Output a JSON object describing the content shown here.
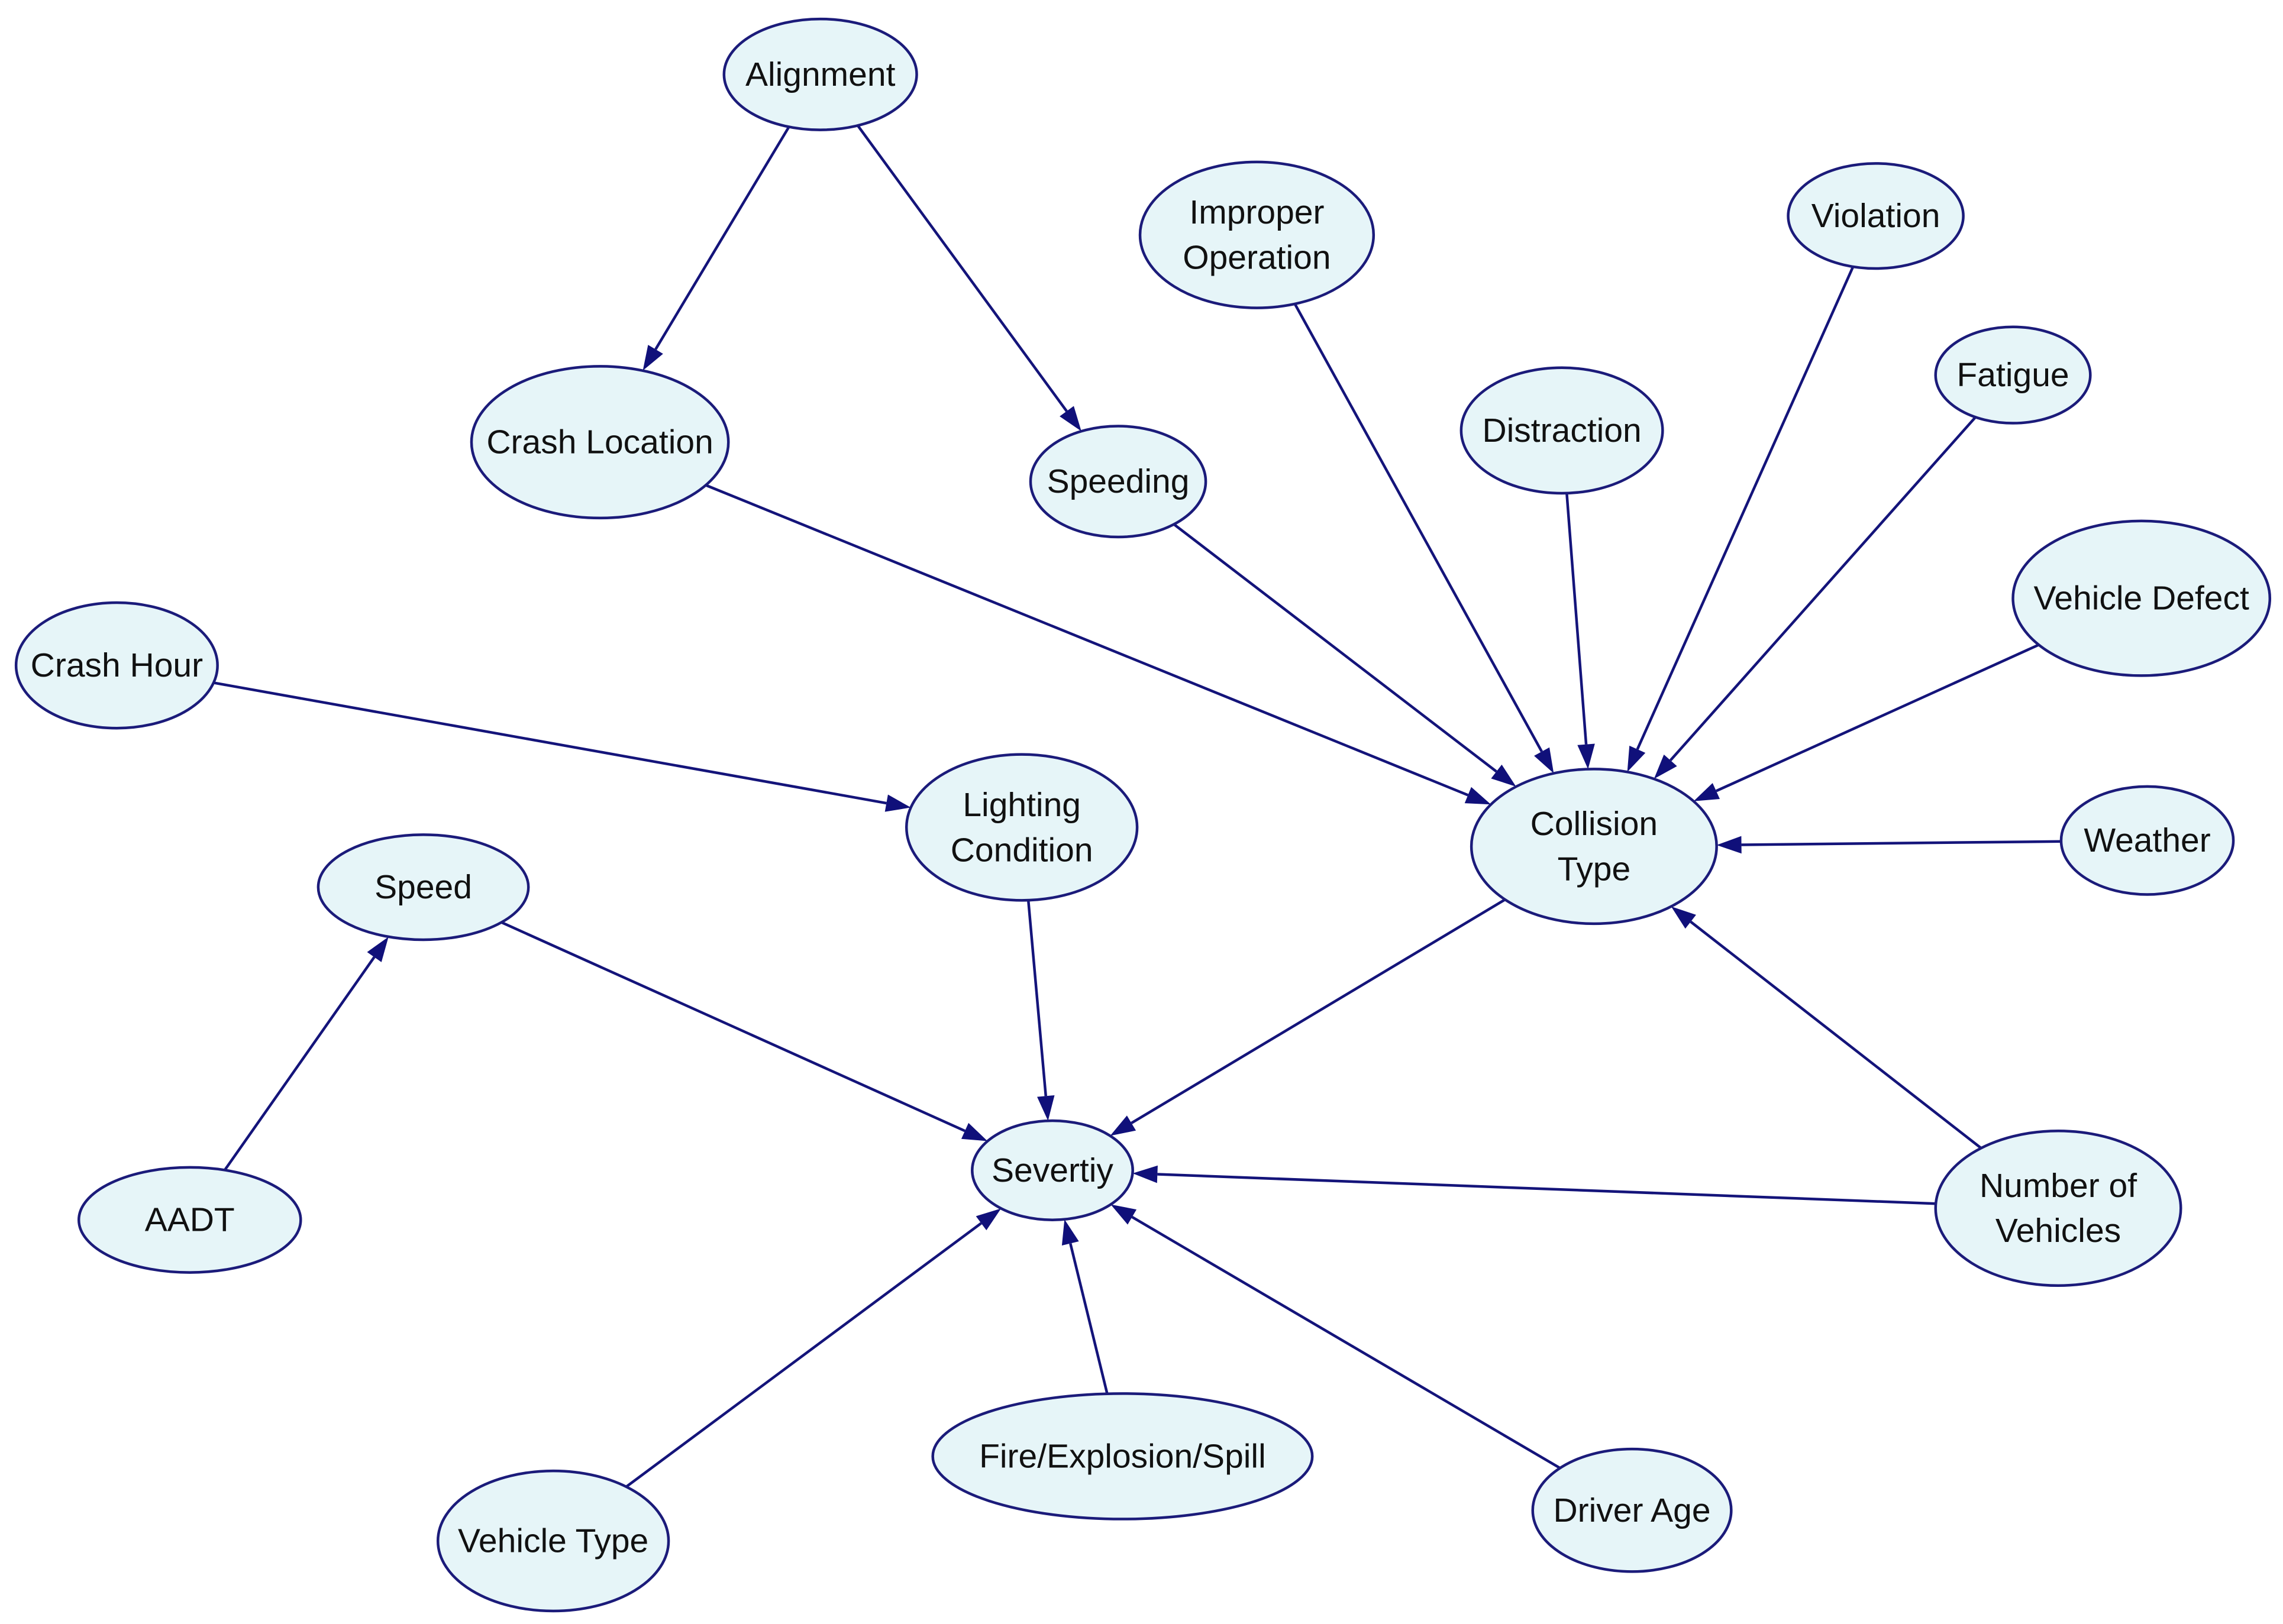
{
  "diagram": {
    "type": "directed-graph",
    "colors": {
      "node_fill": "#e6f5f8",
      "node_stroke": "#1b1b7a",
      "edge": "#14147a",
      "text": "#111111"
    },
    "nodes": [
      {
        "id": "alignment",
        "lines": [
          "Alignment"
        ]
      },
      {
        "id": "improper-operation",
        "lines": [
          "Improper",
          "Operation"
        ]
      },
      {
        "id": "violation",
        "lines": [
          "Violation"
        ]
      },
      {
        "id": "fatigue",
        "lines": [
          "Fatigue"
        ]
      },
      {
        "id": "distraction",
        "lines": [
          "Distraction"
        ]
      },
      {
        "id": "crash-location",
        "lines": [
          "Crash Location"
        ]
      },
      {
        "id": "speeding",
        "lines": [
          "Speeding"
        ]
      },
      {
        "id": "vehicle-defect",
        "lines": [
          "Vehicle Defect"
        ]
      },
      {
        "id": "crash-hour",
        "lines": [
          "Crash Hour"
        ]
      },
      {
        "id": "lighting-condition",
        "lines": [
          "Lighting",
          "Condition"
        ]
      },
      {
        "id": "collision-type",
        "lines": [
          "Collision",
          "Type"
        ]
      },
      {
        "id": "weather",
        "lines": [
          "Weather"
        ]
      },
      {
        "id": "speed",
        "lines": [
          "Speed"
        ]
      },
      {
        "id": "severtiy",
        "lines": [
          "Severtiy"
        ]
      },
      {
        "id": "number-of-vehicles",
        "lines": [
          "Number of",
          "Vehicles"
        ]
      },
      {
        "id": "aadt",
        "lines": [
          "AADT"
        ]
      },
      {
        "id": "fire-explosion-spill",
        "lines": [
          "Fire/Explosion/Spill"
        ]
      },
      {
        "id": "driver-age",
        "lines": [
          "Driver Age"
        ]
      },
      {
        "id": "vehicle-type",
        "lines": [
          "Vehicle Type"
        ]
      }
    ],
    "edges": [
      {
        "from": "alignment",
        "to": "crash-location"
      },
      {
        "from": "alignment",
        "to": "speeding"
      },
      {
        "from": "crash-location",
        "to": "collision-type"
      },
      {
        "from": "speeding",
        "to": "collision-type"
      },
      {
        "from": "improper-operation",
        "to": "collision-type"
      },
      {
        "from": "distraction",
        "to": "collision-type"
      },
      {
        "from": "violation",
        "to": "collision-type"
      },
      {
        "from": "fatigue",
        "to": "collision-type"
      },
      {
        "from": "vehicle-defect",
        "to": "collision-type"
      },
      {
        "from": "weather",
        "to": "collision-type"
      },
      {
        "from": "number-of-vehicles",
        "to": "collision-type"
      },
      {
        "from": "crash-hour",
        "to": "lighting-condition"
      },
      {
        "from": "lighting-condition",
        "to": "severtiy"
      },
      {
        "from": "speed",
        "to": "severtiy"
      },
      {
        "from": "aadt",
        "to": "speed"
      },
      {
        "from": "collision-type",
        "to": "severtiy"
      },
      {
        "from": "number-of-vehicles",
        "to": "severtiy"
      },
      {
        "from": "driver-age",
        "to": "severtiy"
      },
      {
        "from": "fire-explosion-spill",
        "to": "severtiy"
      },
      {
        "from": "vehicle-type",
        "to": "severtiy"
      }
    ]
  }
}
